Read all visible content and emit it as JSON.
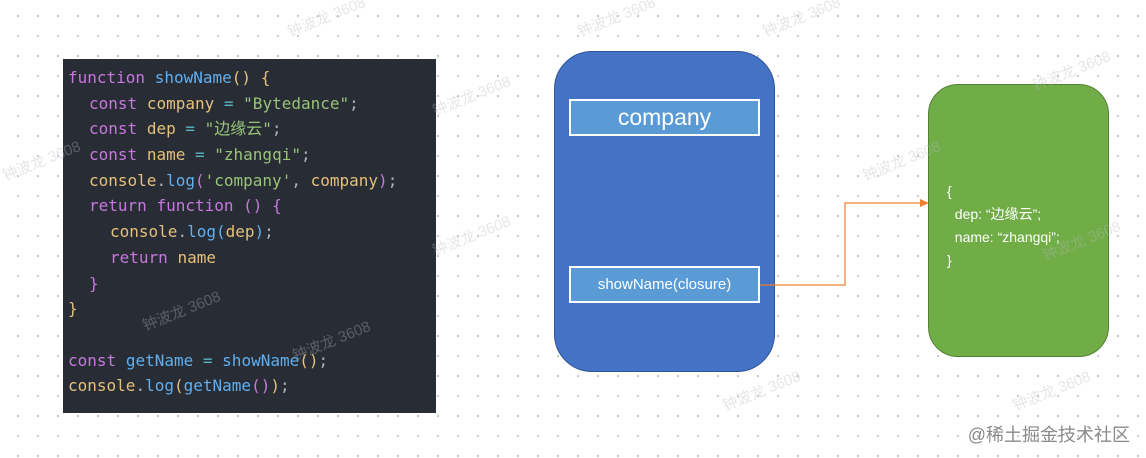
{
  "code": {
    "lines": [
      {
        "ind": 0,
        "tokens": [
          [
            "function",
            "kw"
          ],
          [
            " ",
            "pl"
          ],
          [
            "showName",
            "fn"
          ],
          [
            "(",
            "br1"
          ],
          [
            ")",
            "br1"
          ],
          [
            " ",
            "pl"
          ],
          [
            "{",
            "br1"
          ]
        ]
      },
      {
        "ind": 1,
        "tokens": [
          [
            "const",
            "kw"
          ],
          [
            " ",
            "pl"
          ],
          [
            "company",
            "var"
          ],
          [
            " ",
            "pl"
          ],
          [
            "=",
            "op"
          ],
          [
            " ",
            "pl"
          ],
          [
            "\"Bytedance\"",
            "str"
          ],
          [
            ";",
            "pl"
          ]
        ]
      },
      {
        "ind": 1,
        "tokens": [
          [
            "const",
            "kw"
          ],
          [
            " ",
            "pl"
          ],
          [
            "dep",
            "var"
          ],
          [
            " ",
            "pl"
          ],
          [
            "=",
            "op"
          ],
          [
            " ",
            "pl"
          ],
          [
            "\"边缘云\"",
            "str"
          ],
          [
            ";",
            "pl"
          ]
        ]
      },
      {
        "ind": 1,
        "tokens": [
          [
            "const",
            "kw"
          ],
          [
            " ",
            "pl"
          ],
          [
            "name",
            "var"
          ],
          [
            " ",
            "pl"
          ],
          [
            "=",
            "op"
          ],
          [
            " ",
            "pl"
          ],
          [
            "\"zhangqi\"",
            "str"
          ],
          [
            ";",
            "pl"
          ]
        ]
      },
      {
        "ind": 1,
        "tokens": [
          [
            "console",
            "var"
          ],
          [
            ".",
            "pl"
          ],
          [
            "log",
            "fn"
          ],
          [
            "(",
            "br2"
          ],
          [
            "'company'",
            "str"
          ],
          [
            ",",
            "pl"
          ],
          [
            " ",
            "pl"
          ],
          [
            "company",
            "var"
          ],
          [
            ")",
            "br2"
          ],
          [
            ";",
            "pl"
          ]
        ]
      },
      {
        "ind": 1,
        "tokens": [
          [
            "return",
            "kw"
          ],
          [
            " ",
            "pl"
          ],
          [
            "function",
            "kw"
          ],
          [
            " ",
            "pl"
          ],
          [
            "(",
            "br2"
          ],
          [
            ")",
            "br2"
          ],
          [
            " ",
            "pl"
          ],
          [
            "{",
            "br2"
          ]
        ]
      },
      {
        "ind": 2,
        "tokens": [
          [
            "console",
            "var"
          ],
          [
            ".",
            "pl"
          ],
          [
            "log",
            "fn"
          ],
          [
            "(",
            "br3"
          ],
          [
            "dep",
            "var"
          ],
          [
            ")",
            "br3"
          ],
          [
            ";",
            "pl"
          ]
        ]
      },
      {
        "ind": 2,
        "tokens": [
          [
            "return",
            "kw"
          ],
          [
            " ",
            "pl"
          ],
          [
            "name",
            "var"
          ]
        ]
      },
      {
        "ind": 1,
        "tokens": [
          [
            "}",
            "br2"
          ]
        ]
      },
      {
        "ind": 0,
        "tokens": [
          [
            "}",
            "br1"
          ]
        ]
      },
      {
        "ind": 0,
        "tokens": []
      },
      {
        "ind": 0,
        "tokens": [
          [
            "const",
            "kw"
          ],
          [
            " ",
            "pl"
          ],
          [
            "getName",
            "fn"
          ],
          [
            " ",
            "pl"
          ],
          [
            "=",
            "op"
          ],
          [
            " ",
            "pl"
          ],
          [
            "showName",
            "fn"
          ],
          [
            "(",
            "br1"
          ],
          [
            ")",
            "br1"
          ],
          [
            ";",
            "pl"
          ]
        ]
      },
      {
        "ind": 0,
        "tokens": [
          [
            "console",
            "var"
          ],
          [
            ".",
            "pl"
          ],
          [
            "log",
            "fn"
          ],
          [
            "(",
            "br1"
          ],
          [
            "getName",
            "fn"
          ],
          [
            "(",
            "br2"
          ],
          [
            ")",
            "br2"
          ],
          [
            ")",
            "br1"
          ],
          [
            ";",
            "pl"
          ]
        ]
      }
    ]
  },
  "diagram": {
    "company_label": "company",
    "closure_label": "showName(closure)",
    "env_text": "{\n  dep: “边缘云”;\n  name: “zhangqi”;\n}",
    "arrow_color": "#ed7d31"
  },
  "watermarks": [
    "钟波龙 3608",
    "钟波龙 3608",
    "钟波龙 3608",
    "钟波龙 3608",
    "钟波龙 3608",
    "钟波龙 3608",
    "钟波龙 3608",
    "钟波龙 3608",
    "钟波龙 3608",
    "钟波龙 3608",
    "钟波龙 3608",
    "钟波龙 3608",
    "钟波龙 3608"
  ],
  "footer_mark": "@稀土掘金技术社区"
}
